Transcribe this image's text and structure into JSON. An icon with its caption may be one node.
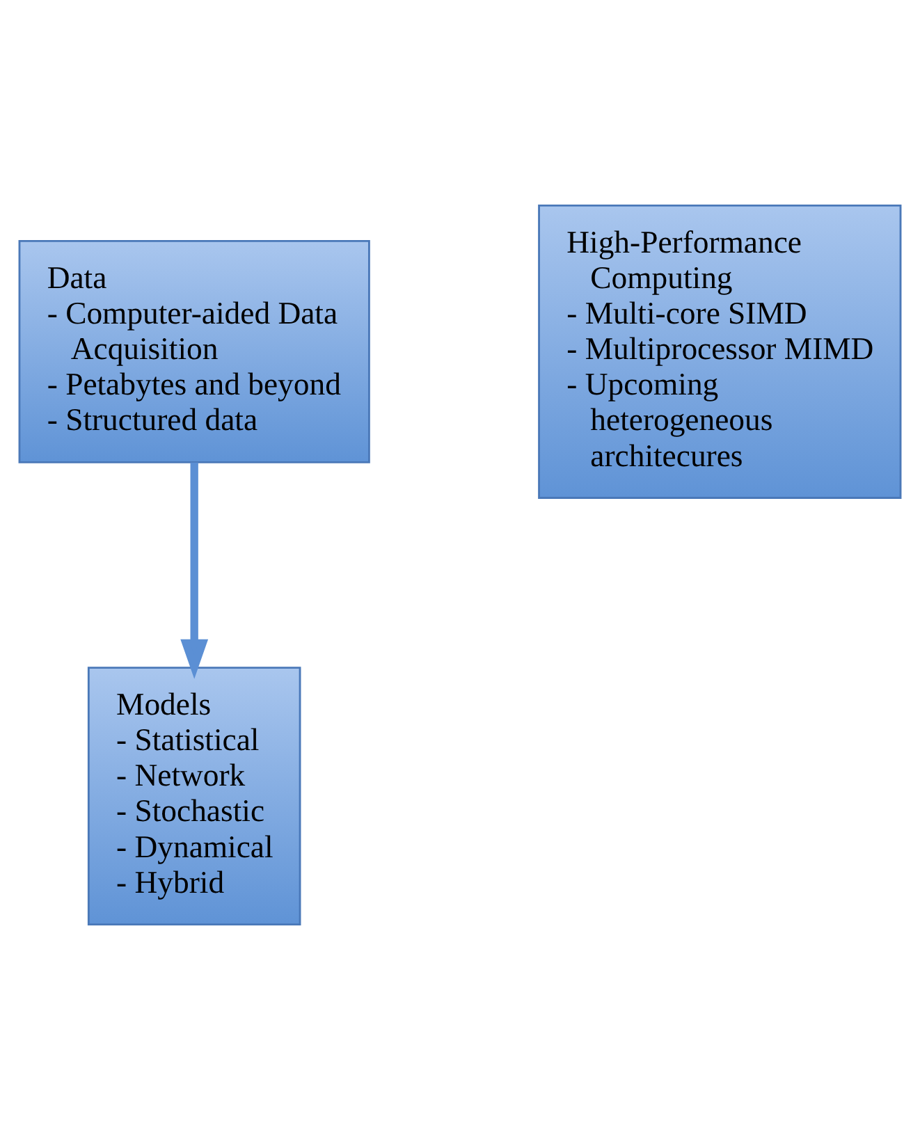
{
  "diagram": {
    "nodes": [
      {
        "text": [
          "Data",
          "- Computer-aided Data Acquisition",
          "- Petabytes and beyond",
          "- Structured data"
        ]
      },
      {
        "text": [
          "High-Performance Computing",
          "- Multi-core SIMD",
          "- Multiprocessor MIMD",
          "- Upcoming heterogeneous architecures"
        ]
      },
      {
        "text": [
          "Models",
          "- Statistical",
          "- Network",
          "- Stochastic",
          "- Dynamical",
          "- Hybrid"
        ]
      }
    ],
    "edges": [
      {
        "from": 0,
        "to": 2,
        "arrow": "to"
      }
    ]
  }
}
